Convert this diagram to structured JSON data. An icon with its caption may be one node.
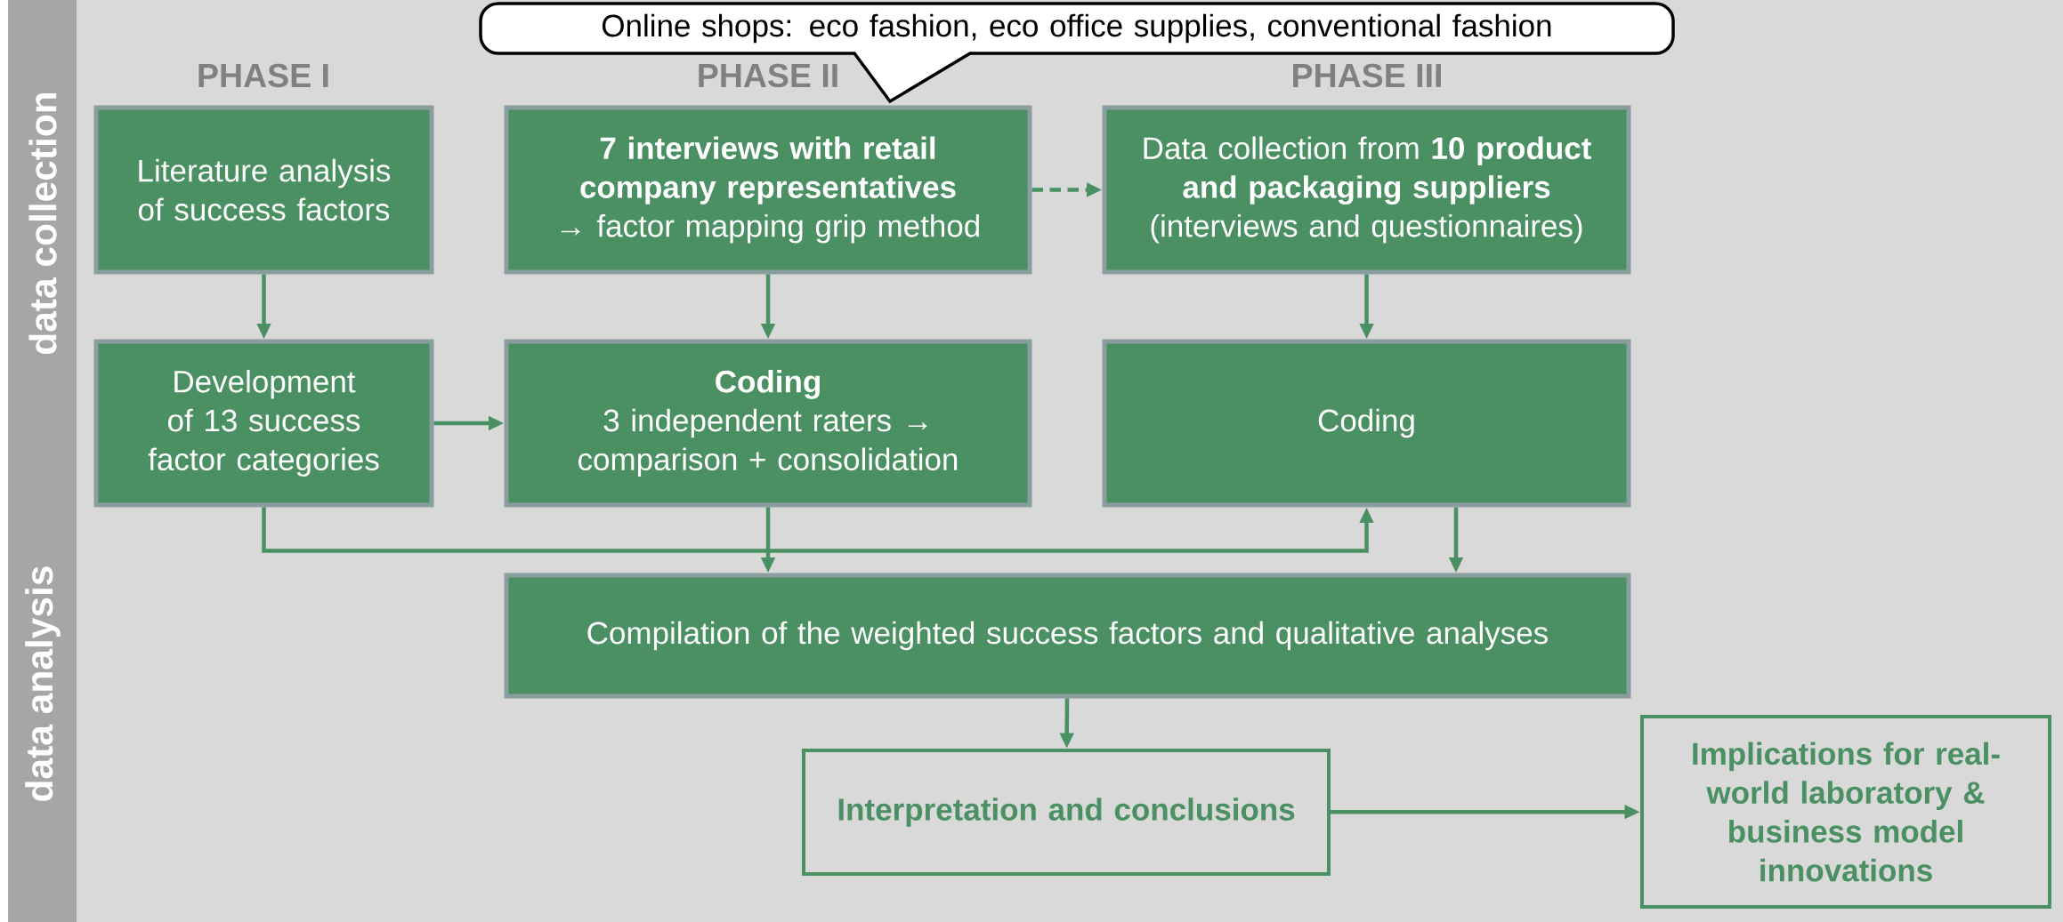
{
  "diagram": {
    "nodes": [
      {
        "text": [
          "Online shops: eco fashion, eco office supplies, conventional fashion"
        ]
      },
      {
        "text": [
          "Literature analysis of success factors"
        ]
      },
      {
        "text": [
          "7 interviews with retail company representatives",
          "→ factor mapping grip method"
        ]
      },
      {
        "text": [
          "Data collection from **10 product and packaging suppliers** (interviews and questionnaires)"
        ]
      },
      {
        "text": [
          "Development of 13 success factor categories"
        ]
      },
      {
        "text": [
          "Coding",
          "3 independent raters → comparison + consolidation"
        ]
      },
      {
        "text": [
          "Coding"
        ]
      },
      {
        "text": [
          "Compilation of the weighted success factors and qualitative analyses"
        ]
      },
      {
        "text": [
          "Interpretation and conclusions"
        ]
      },
      {
        "text": [
          "Implications for real-world laboratory & business model innovations"
        ]
      }
    ],
    "edges": [
      {
        "from": 1,
        "to": 4,
        "arrow": "to"
      },
      {
        "from": 2,
        "to": 5,
        "arrow": "to"
      },
      {
        "from": 2,
        "to": 3,
        "arrow": "to",
        "style": "dashed"
      },
      {
        "from": 3,
        "to": 6,
        "arrow": "to"
      },
      {
        "from": 4,
        "to": 5,
        "arrow": "to"
      },
      {
        "from": 4,
        "to": 6,
        "arrow": "to"
      },
      {
        "from": 5,
        "to": 7,
        "arrow": "to"
      },
      {
        "from": 6,
        "to": 7,
        "arrow": "to"
      },
      {
        "from": 7,
        "to": 8,
        "arrow": "to"
      },
      {
        "from": 8,
        "to": 9,
        "arrow": "to"
      }
    ],
    "labels": [
      "PHASE I",
      "PHASE II",
      "PHASE III",
      "data collection",
      "data analysis"
    ]
  }
}
